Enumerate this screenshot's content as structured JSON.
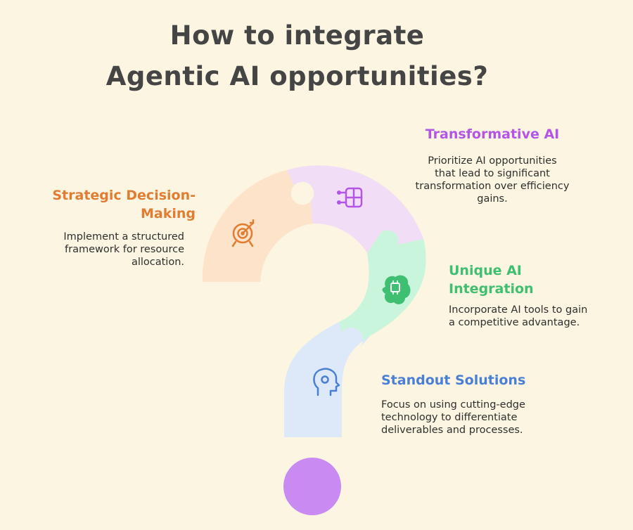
{
  "title": {
    "line1": "How to integrate",
    "line2": "Agentic AI opportunities?"
  },
  "colors": {
    "background": "#fbf5e1",
    "title": "#454545",
    "orange": "#e17d32",
    "purple": "#b356e5",
    "green": "#3fbf72",
    "blue": "#4a7fd6",
    "segment_orange": "#fde3c9",
    "segment_purple": "#f2ddf6",
    "segment_green": "#c9f5dc",
    "segment_blue": "#dde8f8",
    "dot": "#c98af2"
  },
  "steps": [
    {
      "heading": "Strategic Decision-Making",
      "heading_line1": "Strategic Decision-",
      "heading_line2": "Making",
      "desc_line1": "Implement a structured",
      "desc_line2": "framework for resource",
      "desc_line3": "allocation.",
      "icon": "target-icon"
    },
    {
      "heading": "Transformative AI",
      "desc_line1": "Prioritize AI opportunities",
      "desc_line2": "that lead to significant",
      "desc_line3": "transformation over efficiency",
      "desc_line4": "gains.",
      "icon": "circuit-icon"
    },
    {
      "heading": "Unique AI Integration",
      "heading_line1": "Unique AI",
      "heading_line2": "Integration",
      "desc_line1": "Incorporate AI tools to gain",
      "desc_line2": "a competitive advantage.",
      "icon": "ai-brain-icon"
    },
    {
      "heading": "Standout Solutions",
      "desc_line1": "Focus on using cutting-edge",
      "desc_line2": "technology to differentiate",
      "desc_line3": "deliverables and processes.",
      "icon": "head-gear-icon"
    }
  ]
}
